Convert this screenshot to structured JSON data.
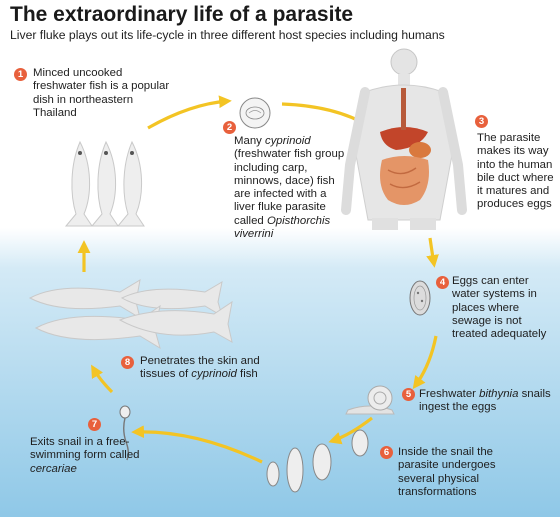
{
  "title": "The extraordinary life of a parasite",
  "subtitle": "Liver fluke plays out its life-cycle in three different host species including humans",
  "stages": [
    {
      "number": "1",
      "text": "Minced uncooked freshwater fish is a popular dish in northeastern Thailand"
    },
    {
      "number": "2",
      "pre": "Many ",
      "italic": "cyprinoid",
      "mid": " (freshwater fish group including carp, minnows, dace) fish are infected with a liver fluke parasite called ",
      "italic2": "Opisthorchis viverrini"
    },
    {
      "number": "3",
      "text": "The parasite makes its way into the human bile duct where it matures and produces eggs"
    },
    {
      "number": "4",
      "text": "Eggs can enter water systems in places where sewage is not treated adequately"
    },
    {
      "number": "5",
      "pre": "Freshwater ",
      "italic": "bithynia",
      "post": " snails ingest the eggs"
    },
    {
      "number": "6",
      "text": "Inside the snail the parasite undergoes several physical transformations"
    },
    {
      "number": "7",
      "pre": "Exits snail in a free-swimming form called ",
      "italic": "cercariae"
    },
    {
      "number": "8",
      "pre": "Penetrates the skin and tissues of ",
      "italic": "cyprinoid",
      "post": " fish"
    }
  ],
  "colors": {
    "badge": "#e8603c",
    "arrow": "#f3c424",
    "fish": "#ececec",
    "water": "#8fc8e7"
  }
}
